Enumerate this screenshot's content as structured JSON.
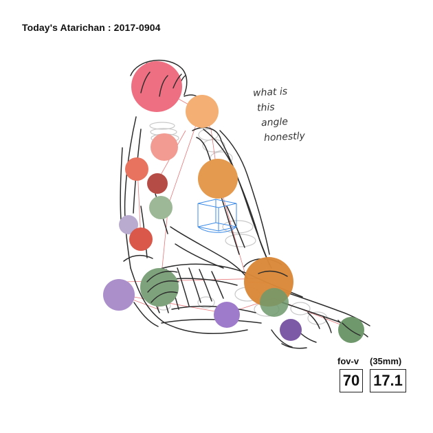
{
  "title": "Today's Atarichan : 2017-0904",
  "note": [
    "what is",
    "this",
    "angle",
    "honestly"
  ],
  "camera": {
    "fov_label": "fov-v",
    "lens_label": "(35mm)",
    "fov_value": "70",
    "lens_value": "17.1"
  },
  "colors": {
    "rose": "#ee6f81",
    "salmon": "#f29b92",
    "coral": "#e8735e",
    "red": "#d9584a",
    "brick": "#b64c46",
    "apricot": "#f4b074",
    "orange": "#e49a4f",
    "dark_orange": "#db8838",
    "sage": "#9cb896",
    "green": "#7ea37c",
    "olive_green": "#6f996c",
    "lavender": "#b9abd0",
    "lilac": "#aa8fcb",
    "purple": "#9f7ccb",
    "violet": "#7d5aa6",
    "guide_red": "#e0474c",
    "cube_blue": "#3c8be6"
  }
}
